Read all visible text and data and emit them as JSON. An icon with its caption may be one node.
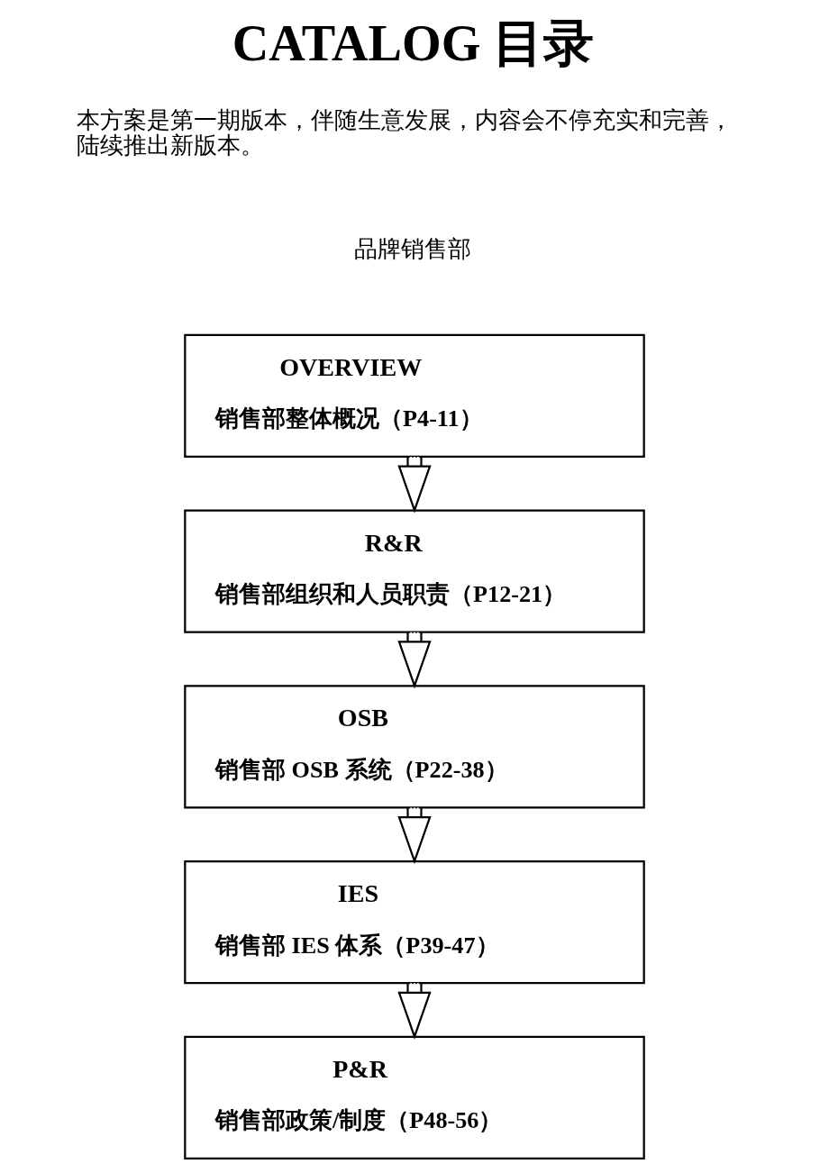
{
  "diagram": {
    "title": "CATALOG 目录",
    "nodes": [
      {
        "text": [
          "OVERVIEW",
          "销售部整体概况（P4-11）"
        ]
      },
      {
        "text": [
          "R&R",
          "销售部组织和人员职责（P12-21）"
        ]
      },
      {
        "text": [
          "OSB",
          "销售部 OSB 系统（P22-38）"
        ]
      },
      {
        "text": [
          "IES",
          "销售部 IES 体系（P39-47）"
        ]
      },
      {
        "text": [
          "P&R",
          "销售部政策/制度（P48-56）"
        ]
      }
    ],
    "edges": [
      {
        "from": 0,
        "to": 1,
        "arrow": "to"
      },
      {
        "from": 1,
        "to": 2,
        "arrow": "to"
      },
      {
        "from": 2,
        "to": 3,
        "arrow": "to"
      },
      {
        "from": 3,
        "to": 4,
        "arrow": "to"
      }
    ],
    "labels": [
      "本方案是第一期版本，伴随生意发展，内容会不停充实和完善，陆续推出新版本。",
      "品牌销售部"
    ]
  }
}
